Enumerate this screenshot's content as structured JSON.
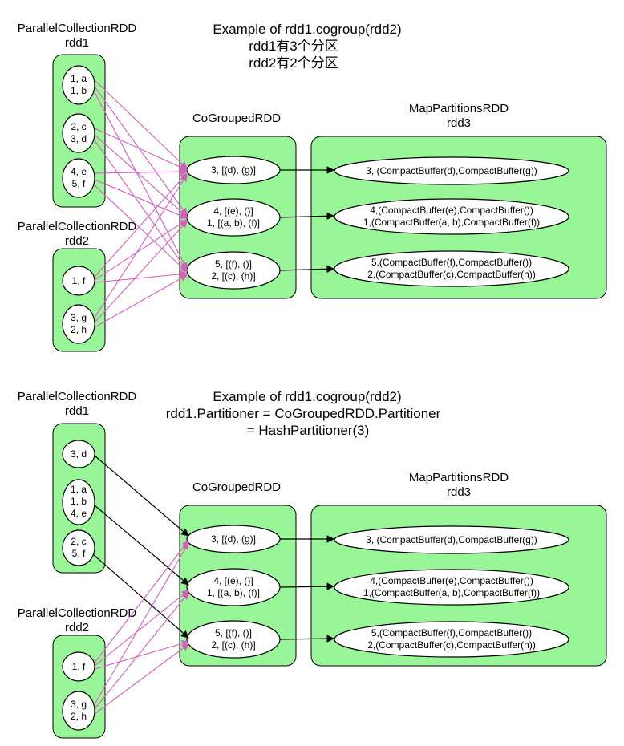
{
  "diagrams": [
    {
      "title_lines": [
        "Example of rdd1.cogroup(rdd2)",
        "rdd1有3个分区",
        "rdd2有2个分区"
      ],
      "rdd1": {
        "type": "ParallelCollectionRDD",
        "name": "rdd1",
        "partitions": [
          [
            "1, a",
            "1, b"
          ],
          [
            "2, c",
            "3, d"
          ],
          [
            "4, e",
            "5, f"
          ]
        ]
      },
      "rdd2": {
        "type": "ParallelCollectionRDD",
        "name": "rdd2",
        "partitions": [
          [
            "1, f"
          ],
          [
            "3, g",
            "2, h"
          ]
        ]
      },
      "cogrouped": {
        "type": "CoGroupedRDD",
        "partitions": [
          [
            "3, [(d), (g)]"
          ],
          [
            "4, [(e), ()]",
            "1, [(a, b), (f)]"
          ],
          [
            "5, [(f), ()]",
            "2, [(c), (h)]"
          ]
        ]
      },
      "mapped": {
        "type": "MapPartitionsRDD",
        "name": "rdd3",
        "partitions": [
          [
            "3, (CompactBuffer(d),CompactBuffer(g))"
          ],
          [
            "4,(CompactBuffer(e),CompactBuffer())",
            "1,(CompactBuffer(a, b),CompactBuffer(f))"
          ],
          [
            "5,(CompactBuffer(f),CompactBuffer())",
            "2,(CompactBuffer(c),CompactBuffer(h))"
          ]
        ]
      }
    },
    {
      "title_lines": [
        "Example of rdd1.cogroup(rdd2)",
        "rdd1.Partitioner = CoGroupedRDD.Partitioner",
        "= HashPartitioner(3)"
      ],
      "rdd1": {
        "type": "ParallelCollectionRDD",
        "name": "rdd1",
        "partitions": [
          [
            "3, d"
          ],
          [
            "1, a",
            "1, b",
            "4, e"
          ],
          [
            "2, c",
            "5, f"
          ]
        ]
      },
      "rdd2": {
        "type": "ParallelCollectionRDD",
        "name": "rdd2",
        "partitions": [
          [
            "1, f"
          ],
          [
            "3, g",
            "2, h"
          ]
        ]
      },
      "cogrouped": {
        "type": "CoGroupedRDD",
        "partitions": [
          [
            "3, [(d), (g)]"
          ],
          [
            "4, [(e), ()]",
            "1, [(a, b), (f)]"
          ],
          [
            "5, [(f), ()]",
            "2, [(c), (h)]"
          ]
        ]
      },
      "mapped": {
        "type": "MapPartitionsRDD",
        "name": "rdd3",
        "partitions": [
          [
            "3, (CompactBuffer(d),CompactBuffer(g))"
          ],
          [
            "4,(CompactBuffer(e),CompactBuffer())",
            "1,(CompactBuffer(a, b),CompactBuffer(f))"
          ],
          [
            "5,(CompactBuffer(f),CompactBuffer())",
            "2,(CompactBuffer(c),CompactBuffer(h))"
          ]
        ]
      }
    }
  ]
}
